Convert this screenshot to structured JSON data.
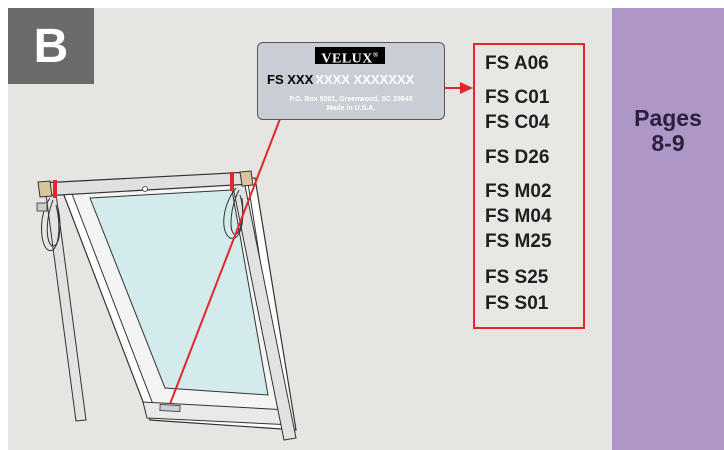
{
  "section_badge": "B",
  "label": {
    "brand": "VELUX",
    "brand_mark": "®",
    "code_main": "FS XXX",
    "code_rest": "XXXX XXXXXXX",
    "address_line1": "P.O. Box 5001, Greenwood, SC 29648",
    "address_line2": "Made in U.S.A."
  },
  "codes": [
    "FS A06",
    "FS C01",
    "FS C04",
    "FS D26",
    "FS M02",
    "FS M04",
    "FS M25",
    "FS S25",
    "FS S01"
  ],
  "pages_ref": {
    "line1": "Pages",
    "line2": "8-9"
  },
  "colors": {
    "accent_red": "#e3262b",
    "side_panel": "#ae96c7",
    "background_panel": "#e6e5e1"
  }
}
